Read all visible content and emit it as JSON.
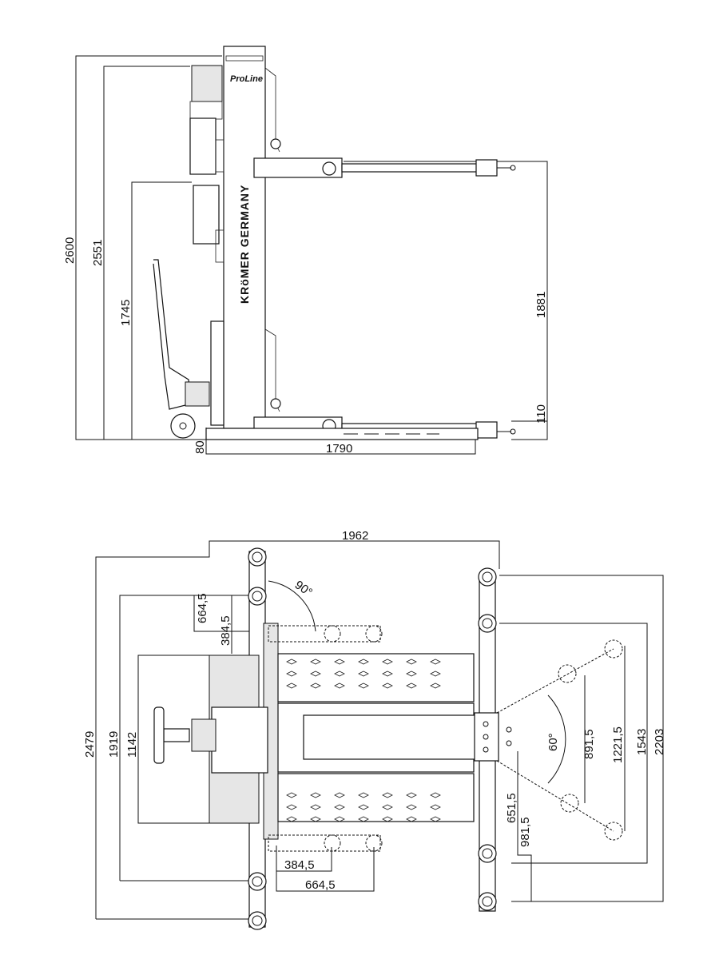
{
  "side_view": {
    "brand_label": "KRöMER GERMANY",
    "model_label": "ProLine",
    "dimensions": {
      "height_total": "2600",
      "height_column": "2551",
      "height_pump": "1745",
      "lift_height": "1881",
      "min_height": "110",
      "base_height": "80",
      "arm_length": "1790"
    }
  },
  "top_view": {
    "dimensions": {
      "width_total": "1962",
      "depth_total": "2479",
      "depth_inner": "1919",
      "depth_base": "1142",
      "arm_offset_outer": "664,5",
      "arm_offset_inner": "384,5",
      "angle_top": "90°",
      "angle_right": "60°",
      "arm_reach_inner": "891,5",
      "arm_reach_outer": "1221,5",
      "span_inner": "1543",
      "span_outer": "2203",
      "offset_inner": "651,5",
      "offset_outer": "981,5",
      "bottom_inner": "384,5",
      "bottom_outer": "664,5"
    }
  }
}
